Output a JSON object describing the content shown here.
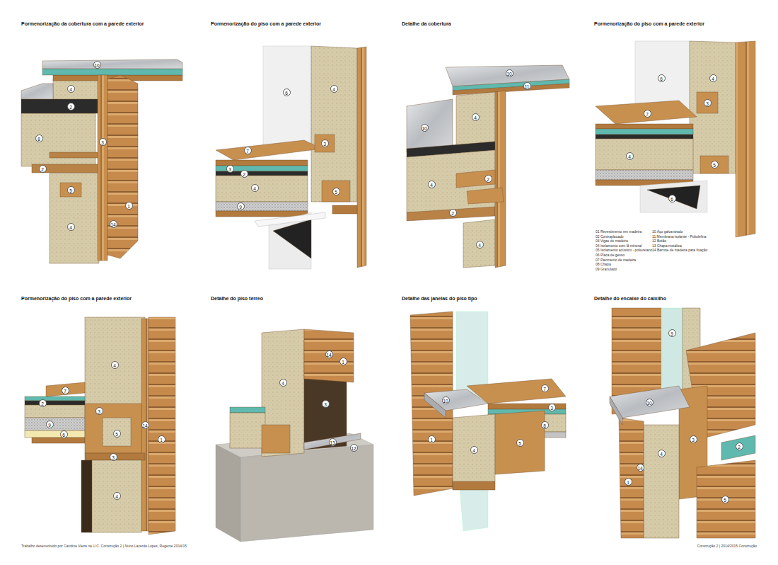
{
  "diagram": {
    "labels": [
      "Pormenorização da cobertura com a parede exterior",
      "Pormenorização do piso com a parede exterior",
      "Detalhe da cobertura",
      "Pormenorização do piso com a parede exterior",
      "Pormenorização do piso com a parede exterior",
      "Detalhe do piso térreo",
      "Detalhe das janelas do piso tipo",
      "Detalhe do encaixe do caixilho",
      "01 Revestimento em madeira",
      "02 Contraplacado",
      "03 Vigas de madeira",
      "04 Isolamento com lã mineral",
      "05 Isolamento acústico - poliuretano",
      "06 Placa de gesso",
      "07 Pavimento de madeira",
      "08 Chapa",
      "09 Granulado",
      "10 Aço galvanizado",
      "11 Membrana isolante - Poliolefina",
      "12 Betão",
      "13 Chapa metálica",
      "14 Barrote de madeira para fixação",
      "Trabalho desenvolvido por Carolina Vieira na U.C. Construção 2 | Nuno Lacerda Lopes, Regente 2014/15",
      "Construção 2 | 2014/2015 Construção",
      "10",
      "4",
      "2",
      "8",
      "3",
      "2",
      "5",
      "14",
      "1",
      "4",
      "6",
      "4",
      "7",
      "3",
      "2",
      "4",
      "9",
      "3",
      "5",
      "10",
      "11",
      "10",
      "4",
      "2",
      "4",
      "2",
      "4",
      "6",
      "4",
      "7",
      "3",
      "4",
      "5",
      "6",
      "4",
      "7",
      "3",
      "2",
      "9",
      "6",
      "5",
      "14",
      "1",
      "4",
      "3",
      "4",
      "14",
      "1",
      "3",
      "12",
      "13",
      "1",
      "10",
      "4",
      "5",
      "7",
      "3",
      "8",
      "10",
      "4",
      "14",
      "1",
      "5",
      "3",
      "2",
      "9"
    ]
  }
}
